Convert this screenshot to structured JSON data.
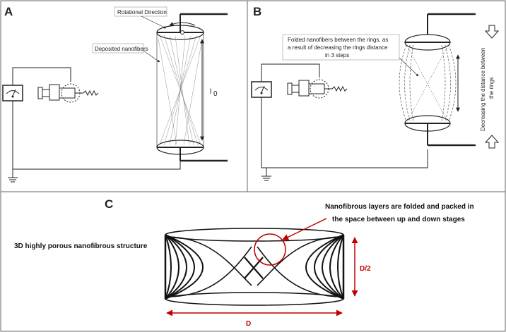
{
  "panels": {
    "a": {
      "letter": "A",
      "callout_rotation": "Rotational Direction",
      "callout_deposited": "Deposited nanofibers",
      "length_label": "l",
      "length_subscript": "0"
    },
    "b": {
      "letter": "B",
      "callout_folded_1": "Folded nanofibers between the rings, as",
      "callout_folded_2": "a result of decreasing the rings distance",
      "callout_folded_3": "in 3 steps",
      "vertical_1": "Decreasing the distance between",
      "vertical_2": "the rings"
    },
    "c": {
      "letter": "C",
      "label_left": "3D highly porous nanofibrous structure",
      "label_right_1": "Nanofibrous layers are folded and packed in",
      "label_right_2": "the space between up and down stages",
      "dim_height": "D/2",
      "dim_width": "D"
    }
  },
  "colors": {
    "line": "#222222",
    "accent": "#c00000",
    "border": "#666666"
  }
}
